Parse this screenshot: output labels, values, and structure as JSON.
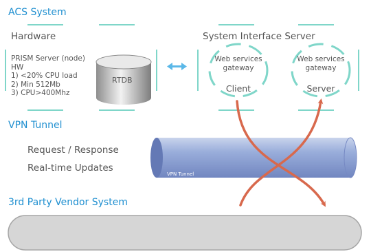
{
  "sections": {
    "acs": "ACS System",
    "vpn": "VPN Tunnel",
    "vendor": "3rd Party Vendor System"
  },
  "hardware": {
    "title": "Hardware",
    "server_lines": [
      "PRISM Server (node)",
      "HW",
      "1) <20% CPU load",
      "2) Min 512Mb",
      "3) CPU>400Mhz"
    ],
    "db_label": "RTDB"
  },
  "interface": {
    "title": "System Interface Server",
    "client": {
      "gateway": "Web services gateway",
      "role": "Client"
    },
    "server": {
      "gateway": "Web services gateway",
      "role": "Server"
    }
  },
  "vpn": {
    "line1": "Request / Response",
    "line2": "Real-time Updates",
    "tunnel_label": "VPN Tunnel"
  },
  "colors": {
    "heading": "#1f8fd0",
    "teal_bracket": "#7fd6c9",
    "tunnel": "#8ea3d0",
    "arrow": "#d8694d",
    "vendor_box": "#d6d6d6",
    "double_arrow": "#5bb8e8"
  }
}
